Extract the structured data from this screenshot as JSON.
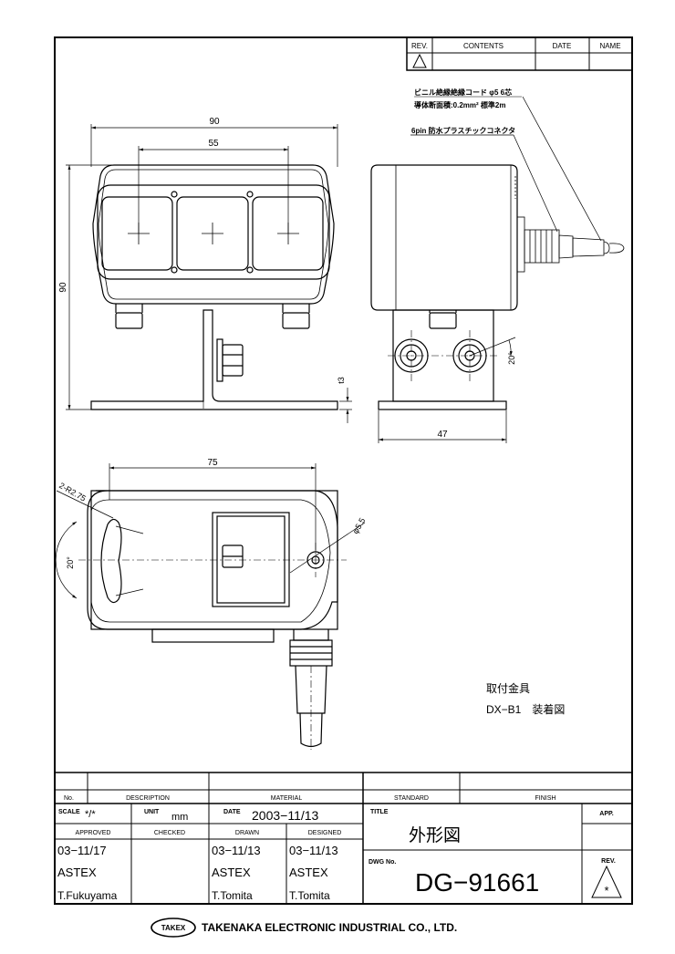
{
  "revision_table": {
    "headers": [
      "REV.",
      "CONTENTS",
      "DATE",
      "NAME"
    ]
  },
  "dimensions": {
    "front_width": "90",
    "front_spacing": "55",
    "front_height": "90",
    "bracket_thickness": "t3",
    "side_depth": "47",
    "side_angle": "20°",
    "bottom_length": "75",
    "bottom_radius": "2-R2.75",
    "bottom_angle": "20°",
    "hole_diameter": "φ5.5"
  },
  "annotations": {
    "cable_line1": "ビニル絶縁絶縁コード φ5  6芯",
    "cable_line2": "導体断面積:0.2mm² 標準2m",
    "connector": "6pin 防水プラスチックコネクタ",
    "mount_line1": "取付金具",
    "mount_line2": "DX−B1　装着図"
  },
  "title_block": {
    "no_label": "No.",
    "description_label": "DESCRIPTION",
    "material_label": "MATERIAL",
    "standard_label": "STANDARD",
    "finish_label": "FINISH",
    "scale_label": "SCALE",
    "scale_value": "*/*",
    "unit_label": "UNIT",
    "unit_value": "mm",
    "date_label": "DATE",
    "date_value": "2003−11/13",
    "title_label": "TITLE",
    "title_value": "外形図",
    "app_label": "APP.",
    "approved_label": "APPROVED",
    "checked_label": "CHECKED",
    "drawn_label": "DRAWN",
    "designed_label": "DESIGNED",
    "approved_date": "03−11/17",
    "approved_company": "ASTEX",
    "approved_name": "T.Fukuyama",
    "drawn_date": "03−11/13",
    "drawn_company": "ASTEX",
    "drawn_name": "T.Tomita",
    "designed_date": "03−11/13",
    "designed_company": "ASTEX",
    "designed_name": "T.Tomita",
    "dwg_label": "DWG No.",
    "dwg_value": "DG−91661",
    "rev_label": "REV.",
    "rev_symbol": "*"
  },
  "footer": {
    "logo_text": "TAKEX",
    "company": "TAKENAKA ELECTRONIC INDUSTRIAL CO., LTD."
  }
}
